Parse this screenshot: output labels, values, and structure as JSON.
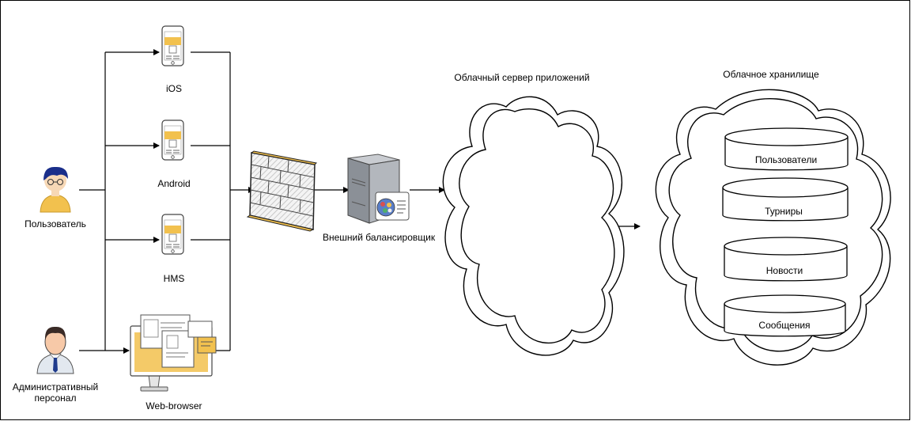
{
  "actors": {
    "user": "Пользователь",
    "admin_line1": "Административный",
    "admin_line2": "персонал"
  },
  "clients": {
    "ios": "iOS",
    "android": "Android",
    "hms": "HMS",
    "web": "Web-browser"
  },
  "balancer": {
    "label": "Внешний балансировщик"
  },
  "app_server": {
    "label": "Облачный сервер приложений"
  },
  "storage": {
    "label": "Облачное хранилище",
    "databases": [
      "Пользователи",
      "Турниры",
      "Новости",
      "Сообщения"
    ]
  },
  "colors": {
    "accent": "#f2c14e",
    "user_hair": "#1a2e8a",
    "line": "#000000"
  }
}
